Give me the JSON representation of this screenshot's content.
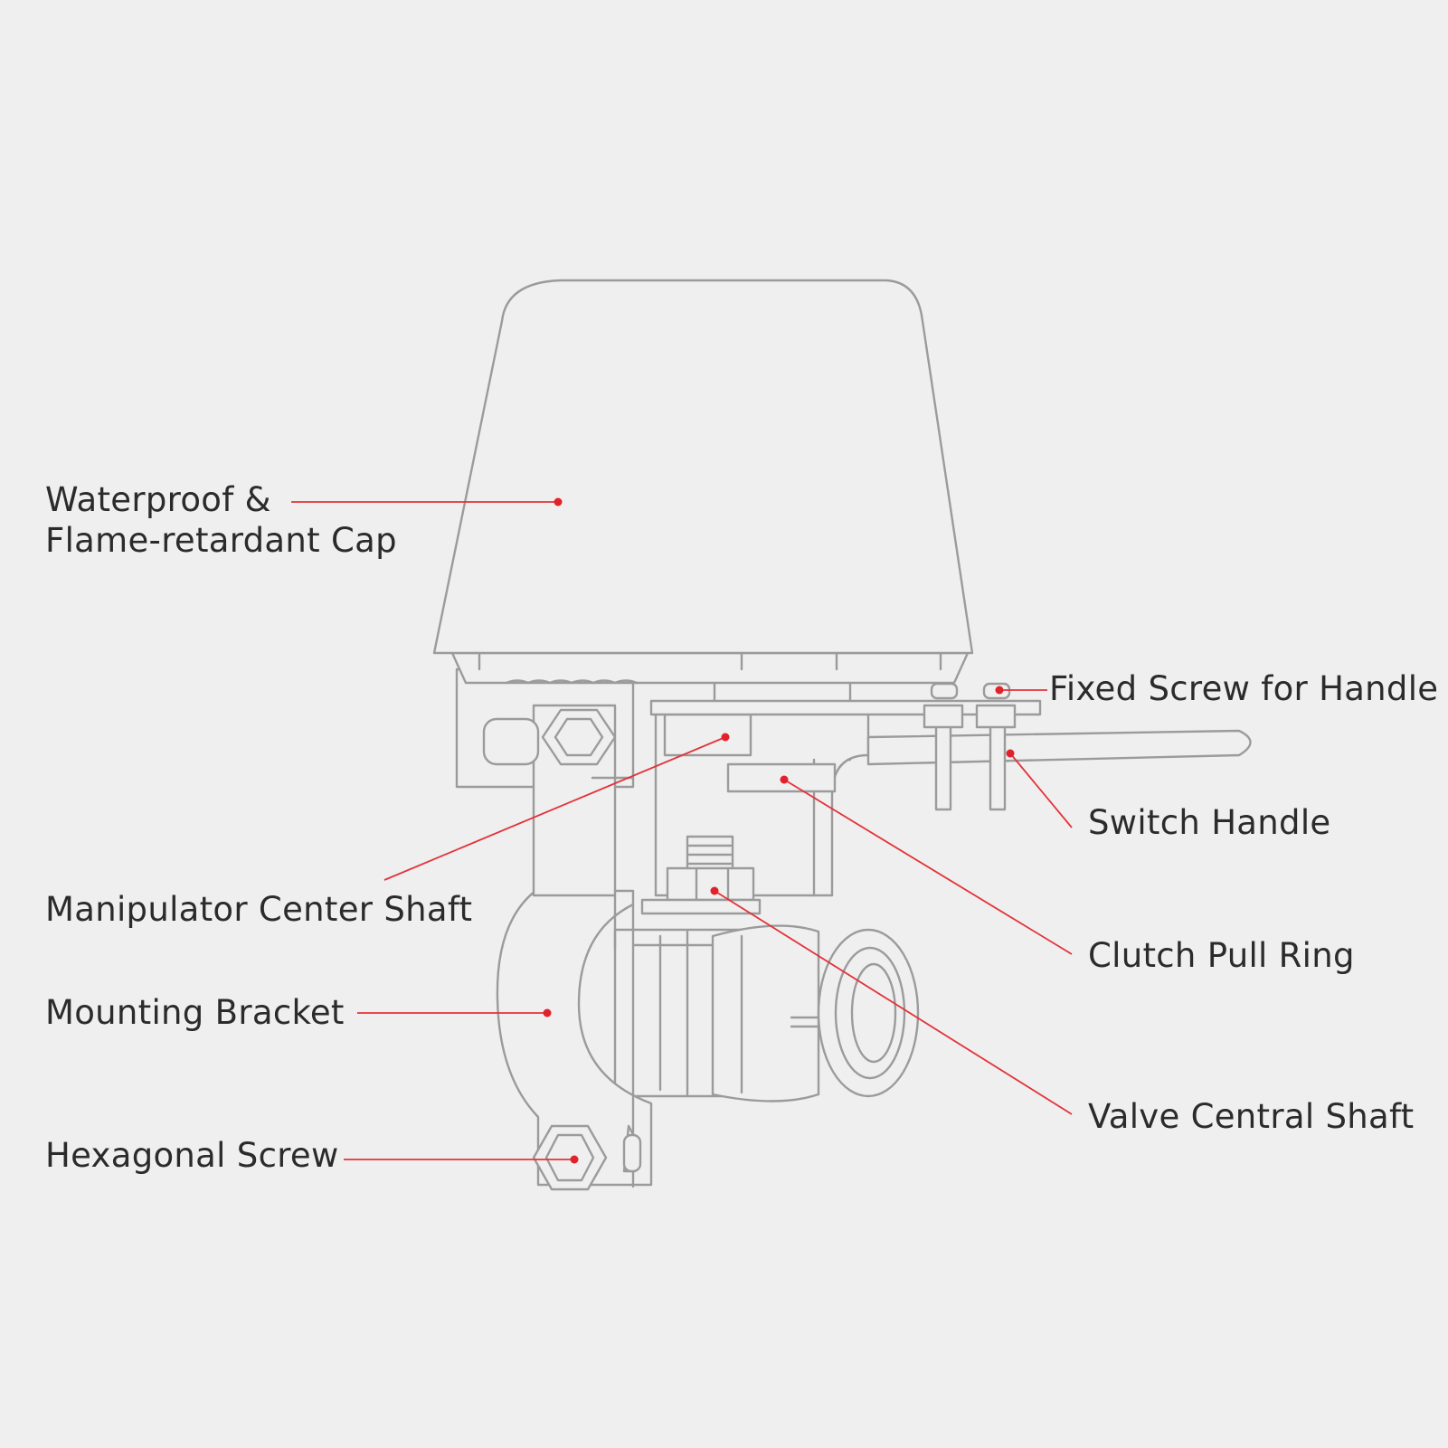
{
  "labels": {
    "cap_line1": "Waterproof &",
    "cap_line2": "Flame-retardant Cap",
    "fixed_screw": "Fixed Screw for Handle",
    "switch_handle": "Switch Handle",
    "manipulator_shaft": "Manipulator Center Shaft",
    "clutch_ring": "Clutch Pull Ring",
    "mounting_bracket": "Mounting Bracket",
    "valve_shaft": "Valve Central Shaft",
    "hex_screw": "Hexagonal Screw"
  },
  "colors": {
    "background": "#efefef",
    "outline": "#9b9b9b",
    "leader": "#e2333a",
    "text": "#2b2b2b"
  }
}
